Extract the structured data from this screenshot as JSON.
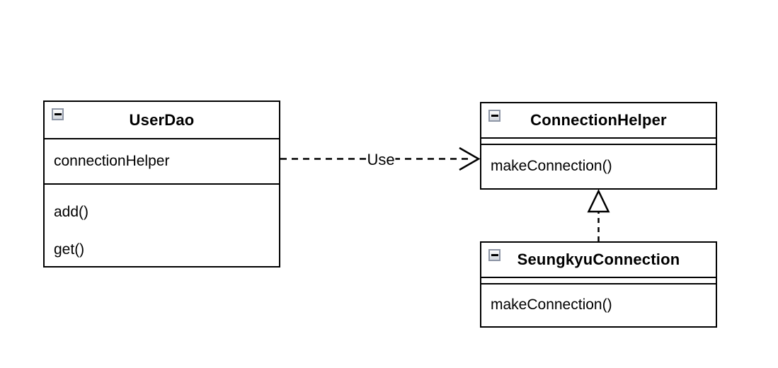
{
  "canvas": {
    "background_color": "#ffffff",
    "line_color": "#000000"
  },
  "classes": [
    {
      "id": "userdao",
      "name": "UserDao",
      "collapse_icon": "minus",
      "attributes": [
        "connectionHelper"
      ],
      "methods": [
        "add()",
        "get()"
      ]
    },
    {
      "id": "connectionhelper",
      "name": "ConnectionHelper",
      "collapse_icon": "minus",
      "attributes": [],
      "methods": [
        "makeConnection()"
      ]
    },
    {
      "id": "seungkyuconnection",
      "name": "SeungkyuConnection",
      "collapse_icon": "minus",
      "attributes": [],
      "methods": [
        "makeConnection()"
      ]
    }
  ],
  "relationships": [
    {
      "type": "dependency",
      "from": "UserDao",
      "to": "ConnectionHelper",
      "label": "Use",
      "line_style": "dashed",
      "arrowhead": "open-arrow"
    },
    {
      "type": "realization",
      "from": "SeungkyuConnection",
      "to": "ConnectionHelper",
      "label": "",
      "line_style": "dashed",
      "arrowhead": "hollow-triangle"
    }
  ]
}
